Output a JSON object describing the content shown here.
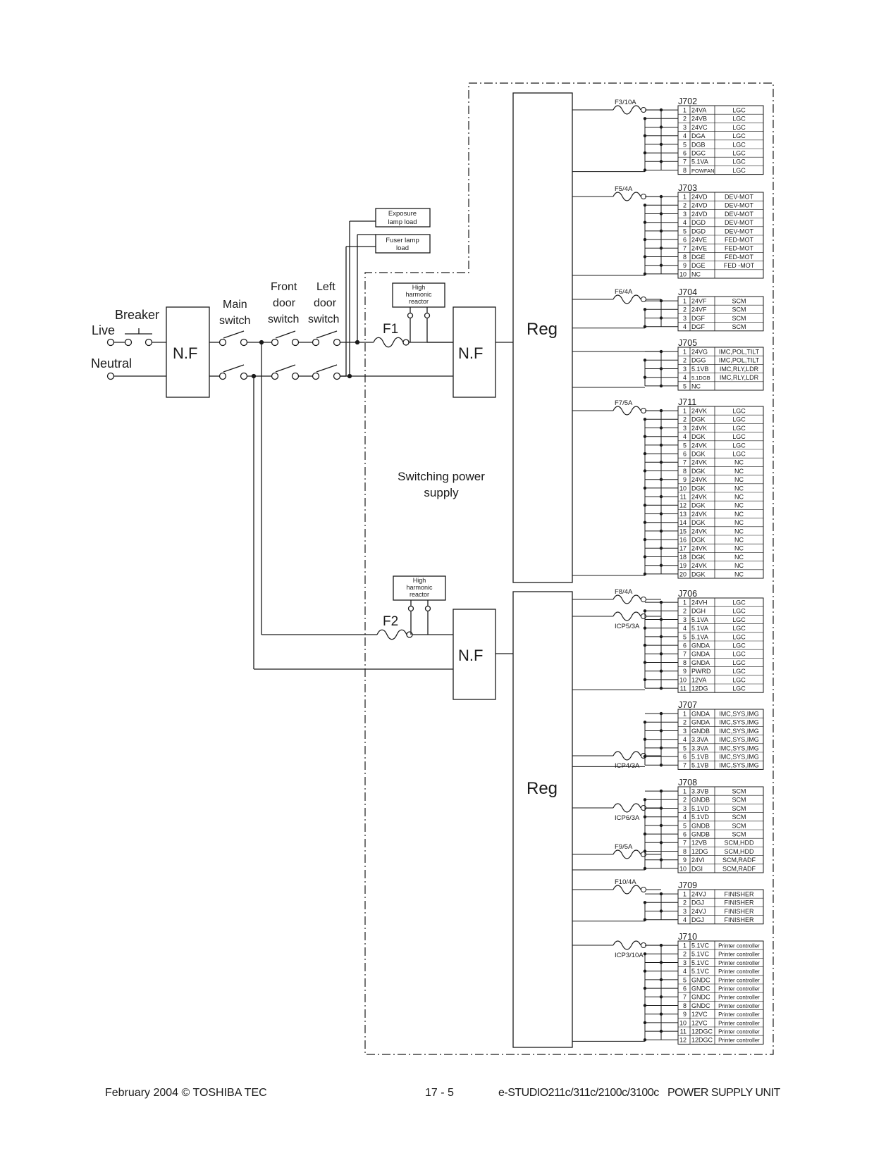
{
  "labels": {
    "breaker": "Breaker",
    "live": "Live",
    "neutral": "Neutral",
    "nf": "N.F",
    "main_switch": [
      "Main",
      "switch"
    ],
    "front_door_switch": [
      "Front",
      "door",
      "switch"
    ],
    "left_door_switch": [
      "Left",
      "door",
      "switch"
    ],
    "exposure_lamp": [
      "Exposure",
      "lamp load"
    ],
    "fuser_lamp": [
      "Fuser lamp",
      "load"
    ],
    "harmonic_reactor": [
      "High",
      "harmonic",
      "reactor"
    ],
    "f1": "F1",
    "f2": "F2",
    "reg": "Reg",
    "switching_power_supply": [
      "Switching power",
      "supply"
    ]
  },
  "upper_group": [
    {
      "fuse": "F3/10A",
      "connector": "J702",
      "pins": [
        [
          "1",
          "24VA",
          "LGC"
        ],
        [
          "2",
          "24VB",
          "LGC"
        ],
        [
          "3",
          "24VC",
          "LGC"
        ],
        [
          "4",
          "DGA",
          "LGC"
        ],
        [
          "5",
          "DGB",
          "LGC"
        ],
        [
          "6",
          "DGC",
          "LGC"
        ],
        [
          "7",
          "5.1VA",
          "LGC"
        ],
        [
          "8",
          "POWFAN",
          "LGC"
        ]
      ]
    },
    {
      "fuse": "F5/4A",
      "connector": "J703",
      "pins": [
        [
          "1",
          "24VD",
          "DEV-MOT"
        ],
        [
          "2",
          "24VD",
          "DEV-MOT"
        ],
        [
          "3",
          "24VD",
          "DEV-MOT"
        ],
        [
          "4",
          "DGD",
          "DEV-MOT"
        ],
        [
          "5",
          "DGD",
          "DEV-MOT"
        ],
        [
          "6",
          "24VE",
          "FED-MOT"
        ],
        [
          "7",
          "24VE",
          "FED-MOT"
        ],
        [
          "8",
          "DGE",
          "FED-MOT"
        ],
        [
          "9",
          "DGE",
          "FED -MOT"
        ],
        [
          "10",
          "NC",
          ""
        ]
      ]
    },
    {
      "fuse": "F6/4A",
      "connector": "J704",
      "pins": [
        [
          "1",
          "24VF",
          "SCM"
        ],
        [
          "2",
          "24VF",
          "SCM"
        ],
        [
          "3",
          "DGF",
          "SCM"
        ],
        [
          "4",
          "DGF",
          "SCM"
        ]
      ]
    },
    {
      "fuse": "",
      "connector": "J705",
      "pins": [
        [
          "1",
          "24VG",
          "IMC,POL,TILT"
        ],
        [
          "2",
          "DGG",
          "IMC,POL,TILT"
        ],
        [
          "3",
          "5.1VB",
          "IMC,RLY,LDR"
        ],
        [
          "4",
          "5.1DGB",
          "IMC,RLY,LDR"
        ],
        [
          "5",
          "NC",
          ""
        ]
      ]
    },
    {
      "fuse": "F7/5A",
      "connector": "J711",
      "pins": [
        [
          "1",
          "24VK",
          "LGC"
        ],
        [
          "2",
          "DGK",
          "LGC"
        ],
        [
          "3",
          "24VK",
          "LGC"
        ],
        [
          "4",
          "DGK",
          "LGC"
        ],
        [
          "5",
          "24VK",
          "LGC"
        ],
        [
          "6",
          "DGK",
          "LGC"
        ],
        [
          "7",
          "24VK",
          "NC"
        ],
        [
          "8",
          "DGK",
          "NC"
        ],
        [
          "9",
          "24VK",
          "NC"
        ],
        [
          "10",
          "DGK",
          "NC"
        ],
        [
          "11",
          "24VK",
          "NC"
        ],
        [
          "12",
          "DGK",
          "NC"
        ],
        [
          "13",
          "24VK",
          "NC"
        ],
        [
          "14",
          "DGK",
          "NC"
        ],
        [
          "15",
          "24VK",
          "NC"
        ],
        [
          "16",
          "DGK",
          "NC"
        ],
        [
          "17",
          "24VK",
          "NC"
        ],
        [
          "18",
          "DGK",
          "NC"
        ],
        [
          "19",
          "24VK",
          "NC"
        ],
        [
          "20",
          "DGK",
          "NC"
        ]
      ]
    }
  ],
  "lower_group": [
    {
      "fuse": "F8/4A",
      "fuse2": "ICP5/3A",
      "connector": "J706",
      "pins": [
        [
          "1",
          "24VH",
          "LGC"
        ],
        [
          "2",
          "DGH",
          "LGC"
        ],
        [
          "3",
          "5.1VA",
          "LGC"
        ],
        [
          "4",
          "5.1VA",
          "LGC"
        ],
        [
          "5",
          "5.1VA",
          "LGC"
        ],
        [
          "6",
          "GNDA",
          "LGC"
        ],
        [
          "7",
          "GNDA",
          "LGC"
        ],
        [
          "8",
          "GNDA",
          "LGC"
        ],
        [
          "9",
          "PWRD",
          "LGC"
        ],
        [
          "10",
          "12VA",
          "LGC"
        ],
        [
          "11",
          "12DG",
          "LGC"
        ]
      ]
    },
    {
      "fuse": "ICP4/3A",
      "connector": "J707",
      "pins": [
        [
          "1",
          "GNDA",
          "IMC,SYS,IMG"
        ],
        [
          "2",
          "GNDA",
          "IMC,SYS,IMG"
        ],
        [
          "3",
          "GNDB",
          "IMC,SYS,IMG"
        ],
        [
          "4",
          "3.3VA",
          "IMC,SYS,IMG"
        ],
        [
          "5",
          "3.3VA",
          "IMC,SYS,IMG"
        ],
        [
          "6",
          "5.1VB",
          "IMC,SYS,IMG"
        ],
        [
          "7",
          "5.1VB",
          "IMC,SYS,IMG"
        ]
      ]
    },
    {
      "fuse": "ICP6/3A",
      "fuse2": "F9/5A",
      "connector": "J708",
      "pins": [
        [
          "1",
          "3.3VB",
          "SCM"
        ],
        [
          "2",
          "GNDB",
          "SCM"
        ],
        [
          "3",
          "5.1VD",
          "SCM"
        ],
        [
          "4",
          "5.1VD",
          "SCM"
        ],
        [
          "5",
          "GNDB",
          "SCM"
        ],
        [
          "6",
          "GNDB",
          "SCM"
        ],
        [
          "7",
          "12VB",
          "SCM,HDD"
        ],
        [
          "8",
          "12DG",
          "SCM,HDD"
        ],
        [
          "9",
          "24VI",
          "SCM,RADF"
        ],
        [
          "10",
          "DGI",
          "SCM,RADF"
        ]
      ]
    },
    {
      "fuse": "F10/4A",
      "connector": "J709",
      "pins": [
        [
          "1",
          "24VJ",
          "FINISHER"
        ],
        [
          "2",
          "DGJ",
          "FINISHER"
        ],
        [
          "3",
          "24VJ",
          "FINISHER"
        ],
        [
          "4",
          "DGJ",
          "FINISHER"
        ]
      ]
    },
    {
      "fuse": "ICP3/10A",
      "connector": "J710",
      "pins": [
        [
          "1",
          "5.1VC",
          "Printer controller"
        ],
        [
          "2",
          "5.1VC",
          "Printer controller"
        ],
        [
          "3",
          "5.1VC",
          "Printer controller"
        ],
        [
          "4",
          "5.1VC",
          "Printer controller"
        ],
        [
          "5",
          "GNDC",
          "Printer controller"
        ],
        [
          "6",
          "GNDC",
          "Printer controller"
        ],
        [
          "7",
          "GNDC",
          "Printer controller"
        ],
        [
          "8",
          "GNDC",
          "Printer controller"
        ],
        [
          "9",
          "12VC",
          "Printer controller"
        ],
        [
          "10",
          "12VC",
          "Printer controller"
        ],
        [
          "11",
          "12DGC",
          "Printer controller"
        ],
        [
          "12",
          "12DGC",
          "Printer controller"
        ]
      ]
    }
  ],
  "footer": {
    "left": "February 2004 © TOSHIBA TEC",
    "center": "17 - 5",
    "model": "e-STUDIO211c/311c/2100c/3100c",
    "title": "POWER SUPPLY UNIT"
  }
}
